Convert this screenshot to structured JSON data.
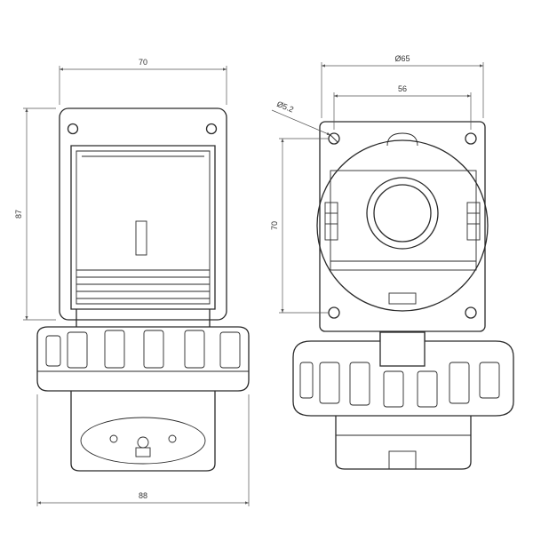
{
  "dimensions": {
    "width_front": "70",
    "height_front": "87",
    "width_ring": "88",
    "diameter_side": "Ø65",
    "hole_spacing": "56",
    "hole_diameter": "Ø5.2",
    "hole_vertical": "70"
  }
}
